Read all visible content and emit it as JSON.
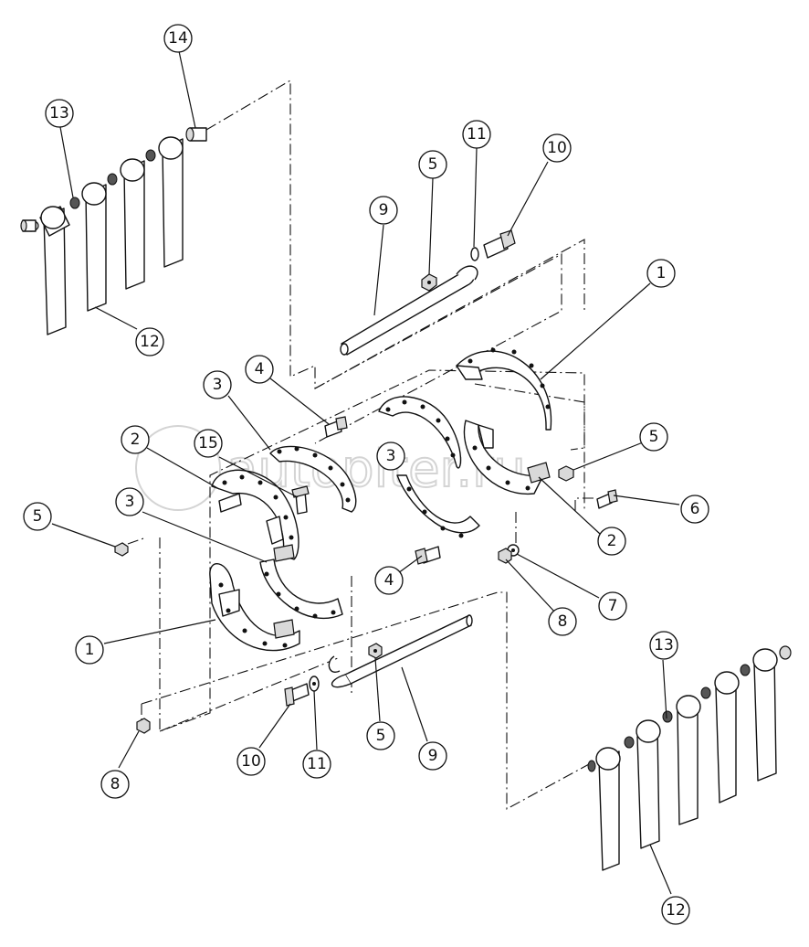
{
  "watermark": "autopiter.ru",
  "callouts": {
    "c1a": "14",
    "c1b": "13",
    "c1c": "12",
    "c2a": "9",
    "c2b": "5",
    "c2c": "11",
    "c2d": "10",
    "c2e": "1",
    "c3a": "4",
    "c3b": "3",
    "c3c": "2",
    "c3d": "15",
    "c3e": "3",
    "c3f": "5",
    "c3g": "1",
    "c4a": "3",
    "c4b": "5",
    "c4c": "6",
    "c4d": "2",
    "c4e": "7",
    "c4f": "8",
    "c4g": "4",
    "c5a": "10",
    "c5b": "11",
    "c5c": "5",
    "c5d": "9",
    "c5e": "8",
    "c6a": "13",
    "c6b": "12"
  }
}
